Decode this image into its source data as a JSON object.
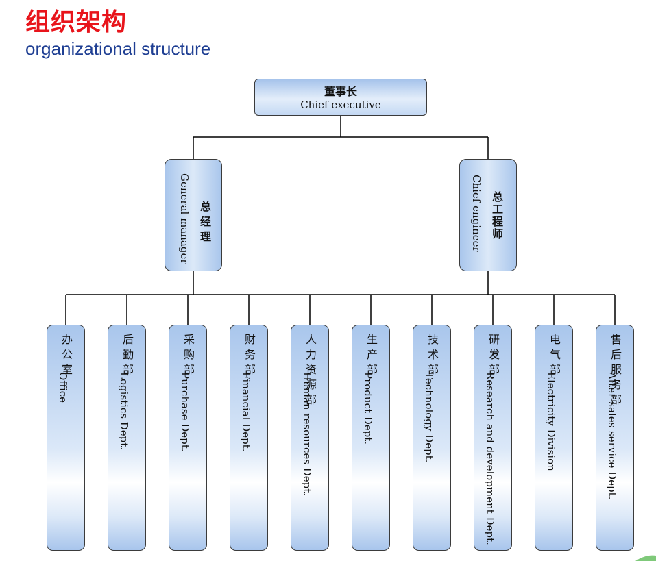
{
  "title": {
    "zh": "组织架构",
    "en": "organizational structure"
  },
  "ceo": {
    "zh": "董事长",
    "en": "Chief executive"
  },
  "managers": [
    {
      "zh": "总经理",
      "en": "General manager"
    },
    {
      "zh": "总工程师",
      "en": "Chief engineer"
    }
  ],
  "departments": [
    {
      "zh": "办公室",
      "en": "Office"
    },
    {
      "zh": "后勤部",
      "en": "Logistics Dept."
    },
    {
      "zh": "采购部",
      "en": "Purchase Dept."
    },
    {
      "zh": "财务部",
      "en": "Financial Dept."
    },
    {
      "zh": "人力资源部",
      "en": "Human resources Dept."
    },
    {
      "zh": "生产部",
      "en": "Product Dept."
    },
    {
      "zh": "技术部",
      "en": "Technology Dept."
    },
    {
      "zh": "研发部",
      "en": "Research and development Dept."
    },
    {
      "zh": "电气部",
      "en": "Electricity Division"
    },
    {
      "zh": "售后服务部",
      "en": "After-sales service Dept."
    }
  ],
  "colors": {
    "title_zh": "#e8141b",
    "title_en": "#1f3f93",
    "box_fill": "#a9c6ec",
    "line": "#000000"
  }
}
